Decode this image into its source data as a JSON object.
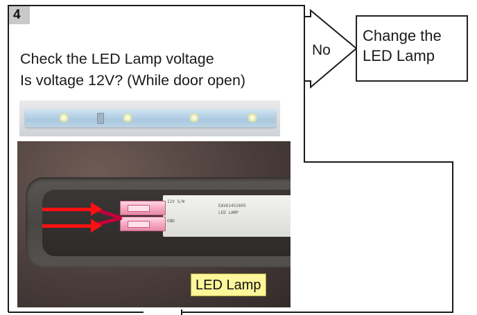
{
  "step": {
    "number": "4",
    "question_line1": "Check the LED Lamp voltage",
    "question_line2": "Is voltage 12V? (While door open)"
  },
  "decision": {
    "no_label": "No"
  },
  "action": {
    "line1": "Change the",
    "line2": "LED Lamp"
  },
  "photo": {
    "caption": "LED Lamp",
    "pcb_lines": [
      "12V S/W",
      "GND",
      "EAV61452805",
      "LED LAMP"
    ],
    "highlight_color": "#fdf69a",
    "arrow_color": "#ff1010"
  }
}
